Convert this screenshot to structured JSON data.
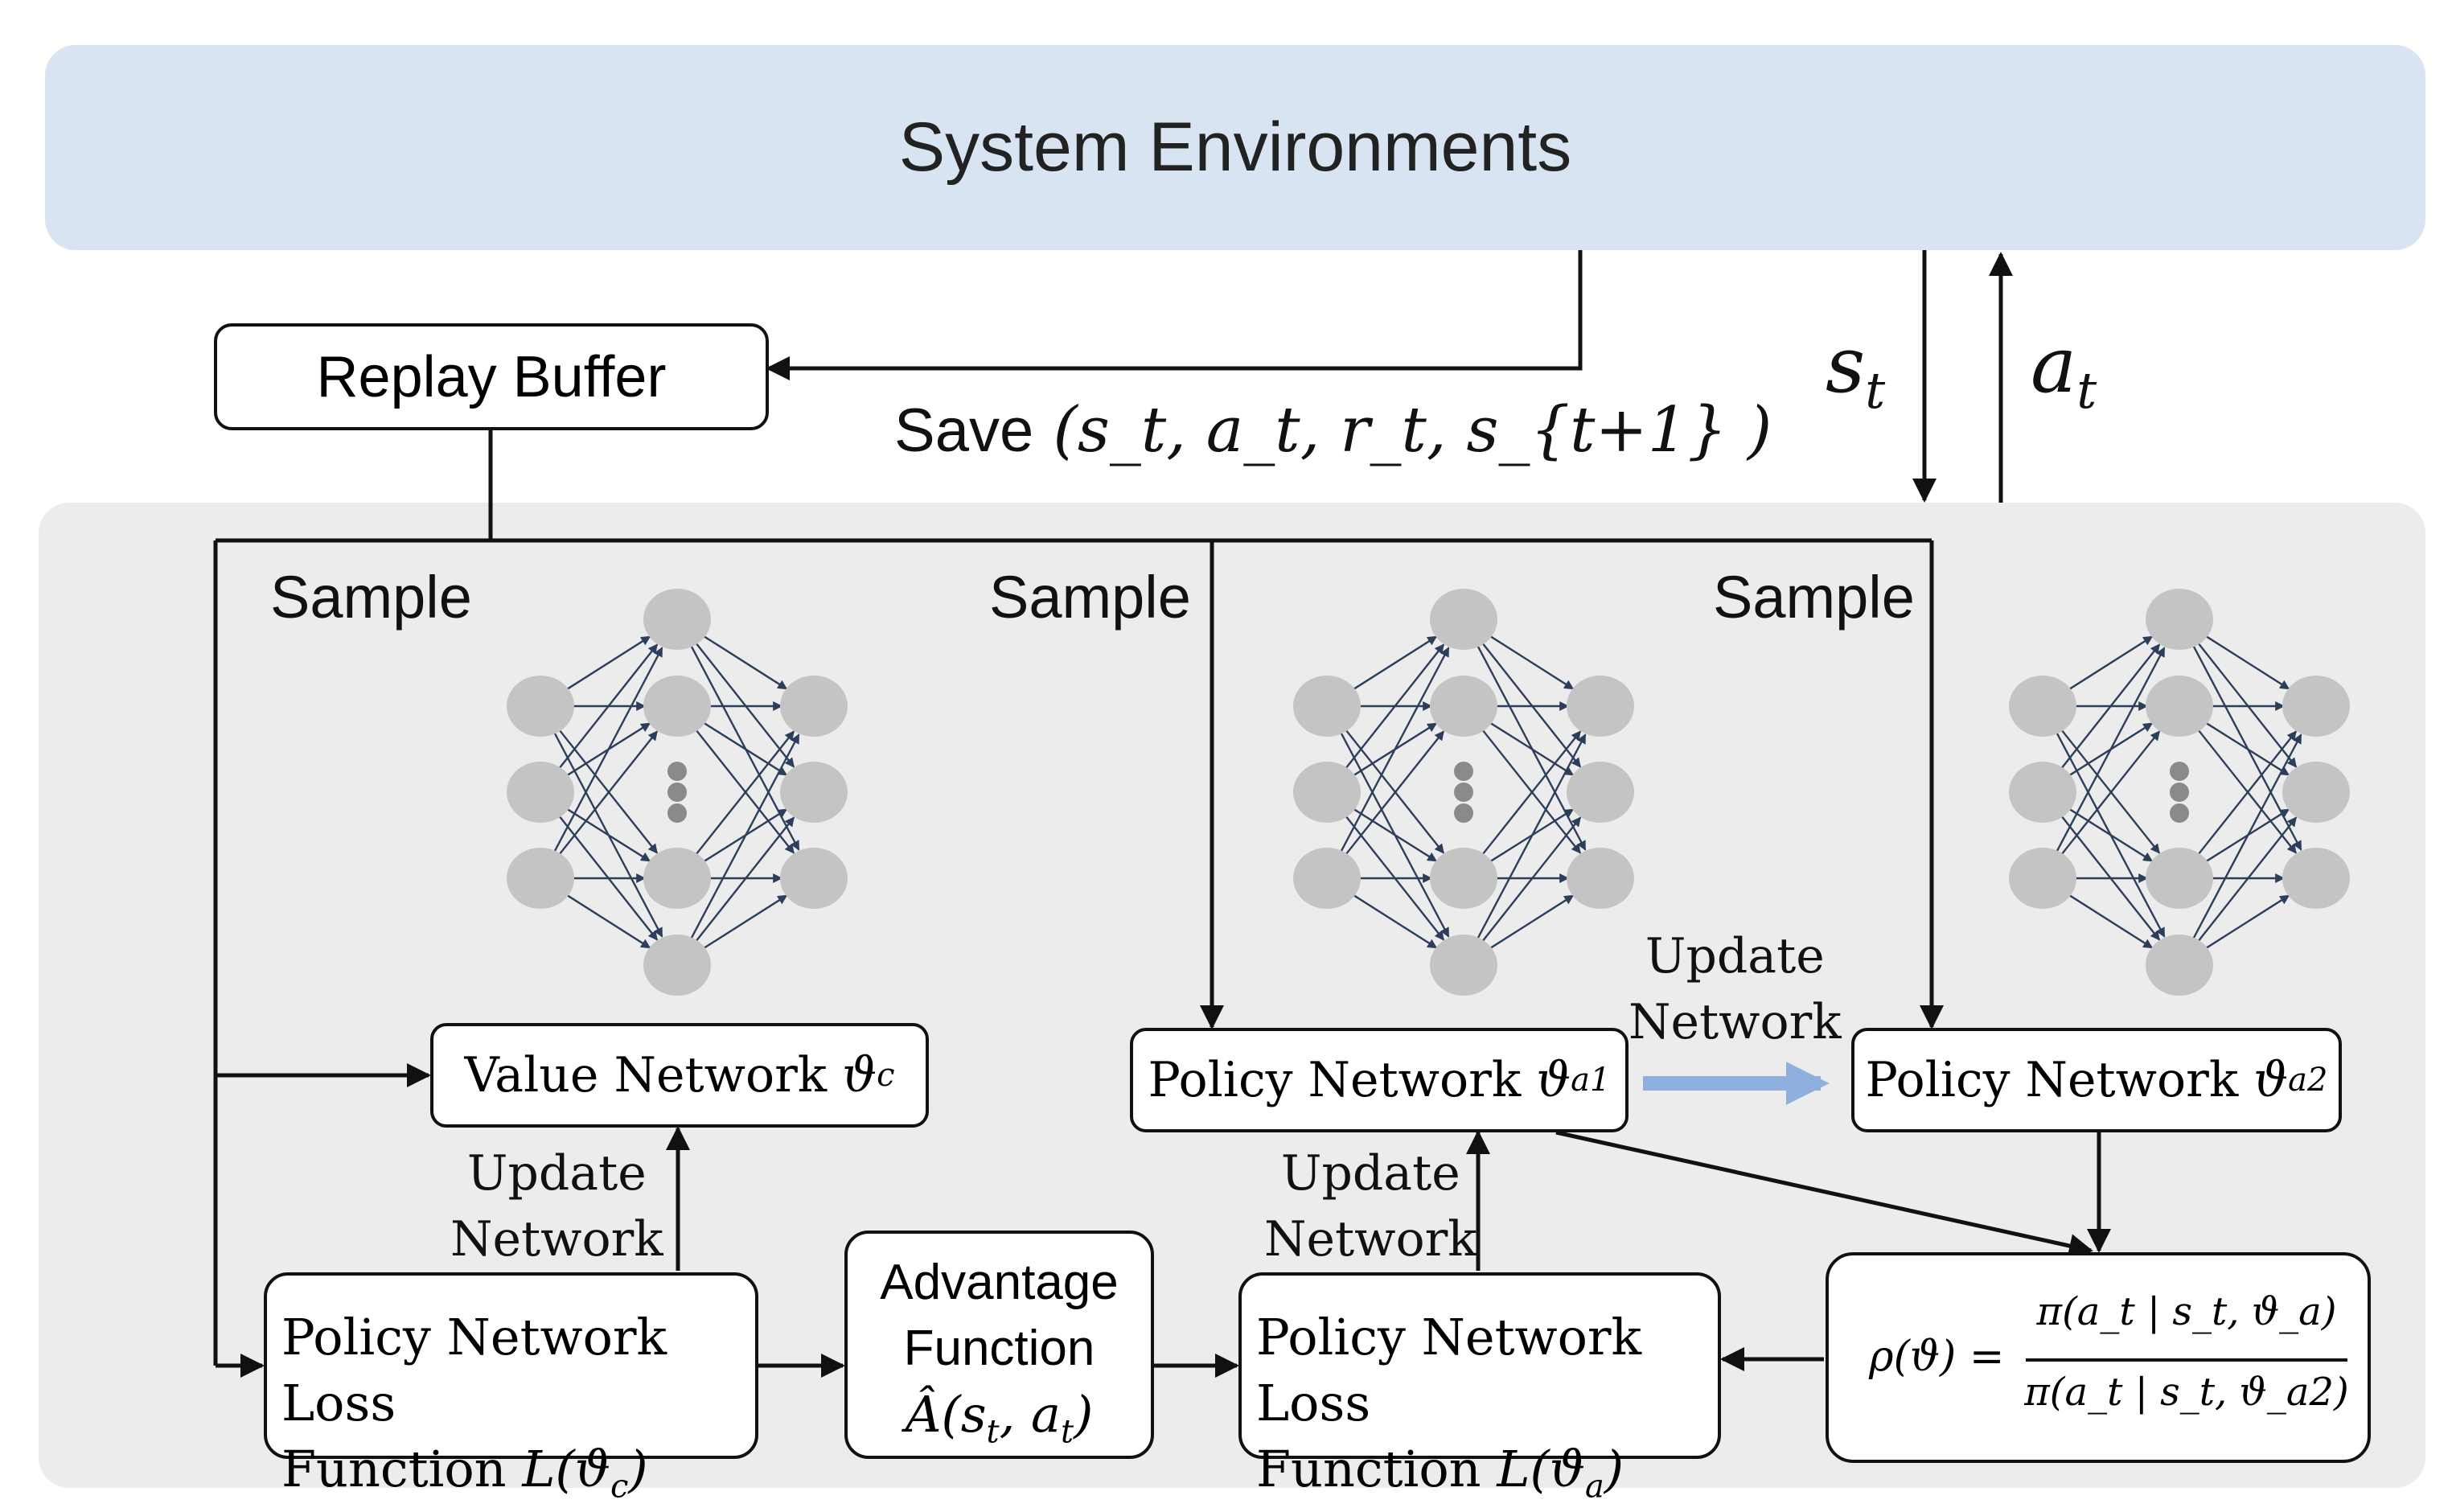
{
  "colors": {
    "env_band": "#d9e4f3",
    "panel": "#ececec",
    "node": "#c4c4c4",
    "node_dark": "#8a8a8a",
    "edge": "#2c3e5a",
    "line": "#111111",
    "update_arrow": "#8fb0de"
  },
  "environment": {
    "title": "System Environments"
  },
  "replay": {
    "label": "Replay Buffer",
    "save_label": "Save",
    "save_tuple": "(s_t, a_t, r_t, s_{t+1} )"
  },
  "state_action": {
    "state": "s",
    "state_sub": "t",
    "action": "a",
    "action_sub": "t"
  },
  "sample_labels": [
    "Sample",
    "Sample",
    "Sample"
  ],
  "nets": {
    "value": {
      "label": "Value Network",
      "sym": "ϑ",
      "sub": "c"
    },
    "policy1": {
      "label": "Policy Network",
      "sym": "ϑ",
      "sub": "a1"
    },
    "policy2": {
      "label": "Policy Network",
      "sym": "ϑ",
      "sub": "a2"
    }
  },
  "update_labels": {
    "u1_line1": "Update",
    "u1_line2": "Network",
    "u2_line1": "Update",
    "u2_line2": "Network",
    "u3_line1": "Update",
    "u3_line2": "Network"
  },
  "loss_value": {
    "line1": "Policy Network",
    "line2": "Loss Function",
    "fn": "L(ϑ",
    "sub": "c",
    "close": ")"
  },
  "advantage": {
    "line1": "Advantage",
    "line2": "Function",
    "expr": "Â(s",
    "expr_sub": "t",
    "expr_mid": ", a",
    "expr_sub2": "t",
    "expr_close": ")"
  },
  "loss_policy": {
    "line1": "Policy Network",
    "line2": "Loss Function",
    "fn": "L(ϑ",
    "sub": "a",
    "close": ")"
  },
  "ratio": {
    "lhs": "ρ(ϑ) =",
    "num": "π(a_t | s_t, ϑ_a)",
    "den": "π(a_t | s_t, ϑ_a2)"
  }
}
